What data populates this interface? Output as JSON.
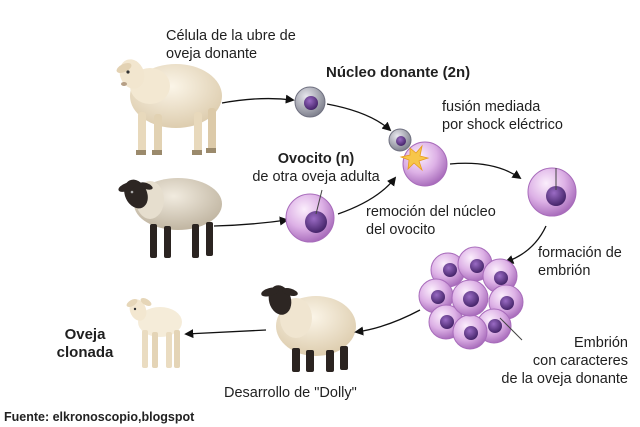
{
  "labels": {
    "celula_line1": "Célula de la ubre de",
    "celula_line2": "oveja donante",
    "nucleo_donante": "Núcleo donante (2n)",
    "fusion_line1": "fusión mediada",
    "fusion_line2": "por shock eléctrico",
    "ovocito_title": "Ovocito (n)",
    "ovocito_sub": "de otra oveja adulta",
    "remocion_line1": "remoción del núcleo",
    "remocion_line2": "del ovocito",
    "formacion_line1": "formación de",
    "formacion_line2": "embrión",
    "embrion_line1": "Embrión",
    "embrion_line2": "con caracteres",
    "embrion_line3": "de la oveja donante",
    "oveja_line1": "Oveja",
    "oveja_line2": "clonada",
    "desarrollo": "Desarrollo de \"Dolly\""
  },
  "source": "Fuente: elkronoscopio,blogspot",
  "colors": {
    "cell_membrane": "#b47fc6",
    "cell_fill": "#e6c4ec",
    "nucleus": "#5c2e86",
    "arrow": "#111111",
    "sheep_white_wool": "#efe3cc",
    "sheep_dark_face": "#2d2623"
  }
}
